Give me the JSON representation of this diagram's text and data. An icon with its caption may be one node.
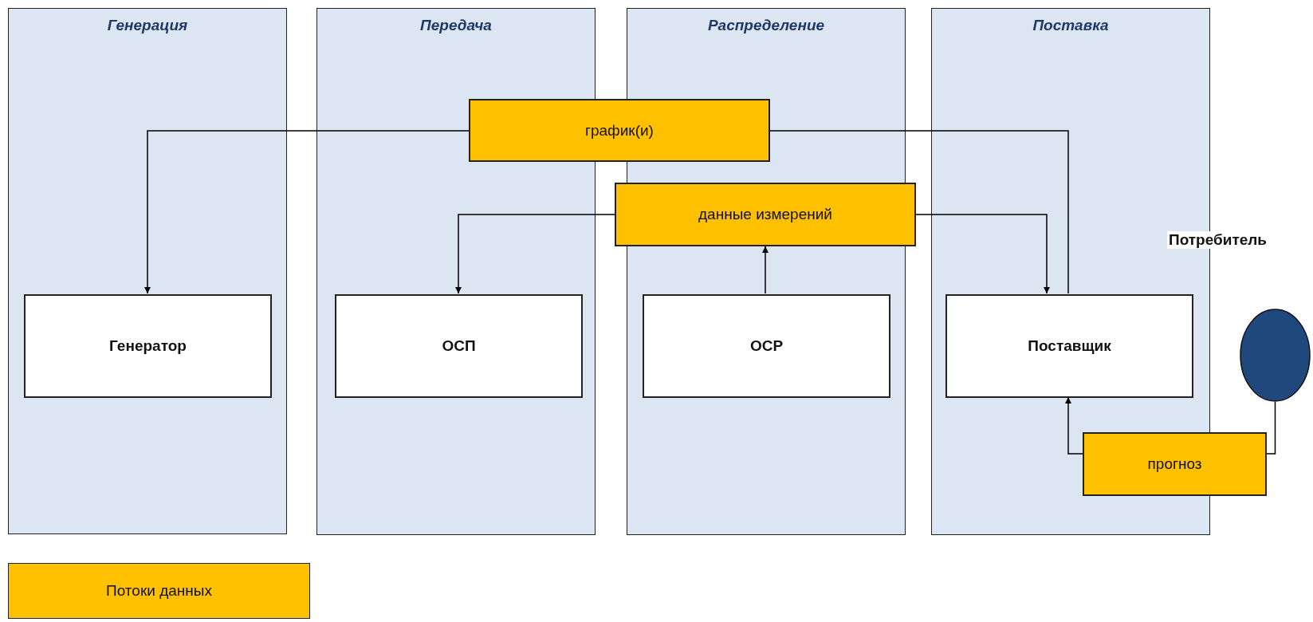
{
  "diagram": {
    "nodes": [
      {
        "text": [
          "Генерация"
        ]
      },
      {
        "text": [
          "Передача"
        ]
      },
      {
        "text": [
          "Распределение"
        ]
      },
      {
        "text": [
          "Поставка"
        ]
      },
      {
        "text": [
          "график(и)"
        ]
      },
      {
        "text": [
          "данные измерений"
        ]
      },
      {
        "text": [
          "Генератор"
        ],
        "in": 0
      },
      {
        "text": [
          "ОСП"
        ],
        "in": 1
      },
      {
        "text": [
          "ОСР"
        ],
        "in": 2
      },
      {
        "text": [
          "Поставщик"
        ],
        "in": 3
      },
      {
        "text": [],
        "shape": "circle"
      },
      {
        "text": [
          "прогноз"
        ]
      }
    ],
    "edges": [
      {
        "from": 4,
        "to": 6,
        "arrow": "to"
      },
      {
        "from": 9,
        "to": 4,
        "arrow": "none"
      },
      {
        "from": 5,
        "to": 7,
        "arrow": "to"
      },
      {
        "from": 5,
        "to": 9,
        "arrow": "to"
      },
      {
        "from": 8,
        "to": 5,
        "arrow": "to"
      },
      {
        "from": 11,
        "to": 9,
        "arrow": "to"
      },
      {
        "from": 10,
        "to": 11,
        "arrow": "none"
      }
    ],
    "labels": [
      "Потребитель"
    ],
    "legend": [
      {
        "text": "Потоки данных",
        "color": "#ffc000"
      }
    ]
  }
}
